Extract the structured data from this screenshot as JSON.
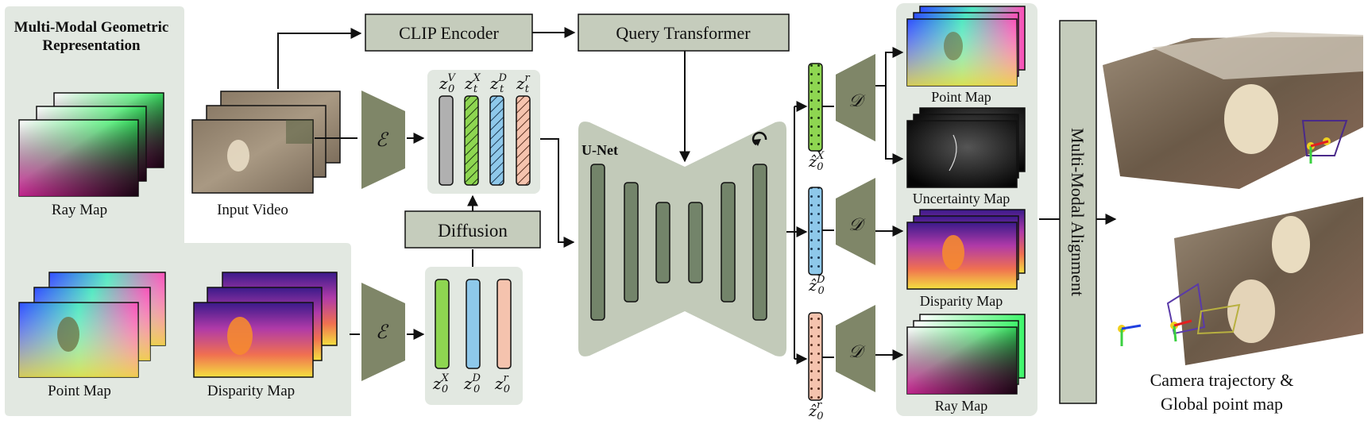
{
  "left_panel": {
    "title_line1": "Multi-Modal Geometric",
    "title_line2": "Representation",
    "ray_map": "Ray Map",
    "point_map": "Point Map",
    "disparity_map": "Disparity Map"
  },
  "input_video": "Input Video",
  "clip_encoder": "CLIP Encoder",
  "query_transformer": "Query Transformer",
  "diffusion": "Diffusion",
  "unet": "U-Net",
  "encoder_symbol": "ℰ",
  "decoder_symbol": "𝒟",
  "noisy_latents": {
    "z0v": {
      "base": "z",
      "sup": "V",
      "sub": "0"
    },
    "ztx": {
      "base": "z",
      "sup": "X",
      "sub": "t"
    },
    "ztd": {
      "base": "z",
      "sup": "D",
      "sub": "t"
    },
    "ztr": {
      "base": "z",
      "sup": "r",
      "sub": "t"
    }
  },
  "clean_latents": {
    "z0x": {
      "base": "z",
      "sup": "X",
      "sub": "0"
    },
    "z0d": {
      "base": "z",
      "sup": "D",
      "sub": "0"
    },
    "z0r": {
      "base": "z",
      "sup": "r",
      "sub": "0"
    }
  },
  "predicted_latents": {
    "x": {
      "base": "ẑ",
      "sup": "X",
      "sub": "0"
    },
    "d": {
      "base": "ẑ",
      "sup": "D",
      "sub": "0"
    },
    "r": {
      "base": "ẑ",
      "sup": "r",
      "sub": "0"
    }
  },
  "outputs": {
    "point_map": "Point Map",
    "uncertainty_map": "Uncertainty Map",
    "disparity_map": "Disparity Map",
    "ray_map": "Ray Map"
  },
  "alignment": "Multi-Modal Alignment",
  "result_line1": "Camera trajectory &",
  "result_line2": "Global point map",
  "colors": {
    "panel": "#e2e8e1",
    "box": "#c5ccbc",
    "enc": "#7f8668",
    "unet": "#c2cab9",
    "unet_bar": "#73846a",
    "green": "#8ed651",
    "blue": "#8ec8ea",
    "peach": "#f5c3ae",
    "gray": "#b0b0b0"
  }
}
